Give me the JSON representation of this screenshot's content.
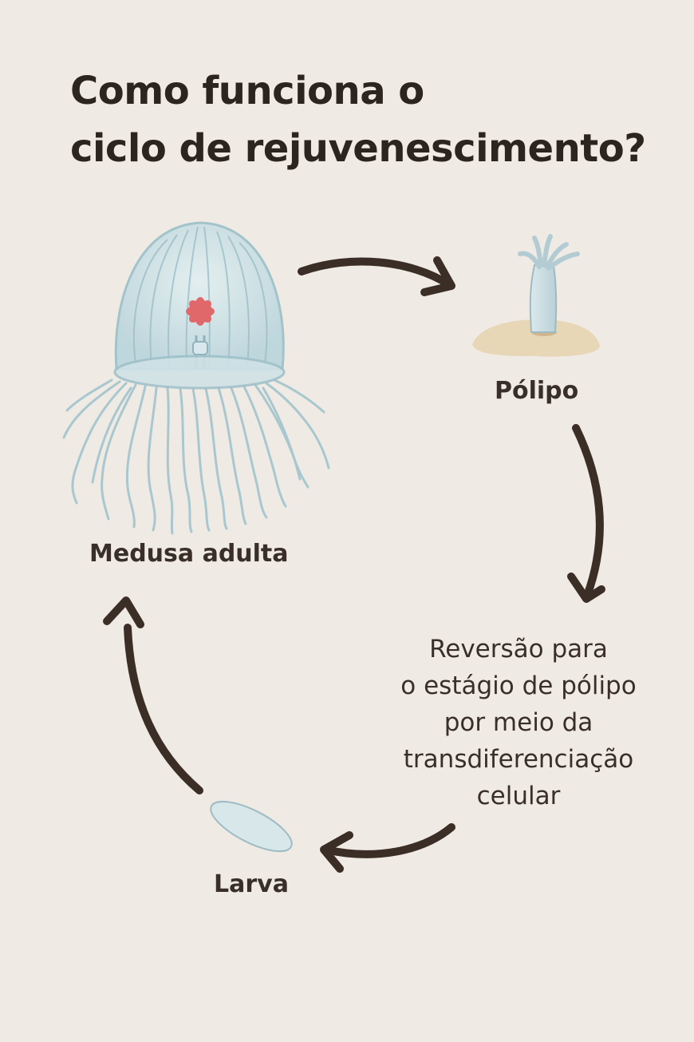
{
  "title": {
    "line1": "Como funciona o",
    "line2": "ciclo de rejuvenescimento?"
  },
  "stages": {
    "medusa": "Medusa adulta",
    "polipo": "Pólipo",
    "reversao": [
      "Reversão para",
      "o estágio de pólipo",
      "por meio da",
      "transdiferenciação",
      "celular"
    ],
    "larva": "Larva"
  },
  "colors": {
    "background": "#efebe4",
    "arrow": "#3b2e27",
    "medusa_bell": "#cfe2e6",
    "medusa_core": "#e0686a",
    "polyp": "#c9dde3",
    "sand": "#e8d7b6",
    "text": "#2f2620"
  },
  "icons": {
    "medusa": "jellyfish-illustration",
    "polipo": "polyp-illustration",
    "larva": "larva-illustration"
  }
}
